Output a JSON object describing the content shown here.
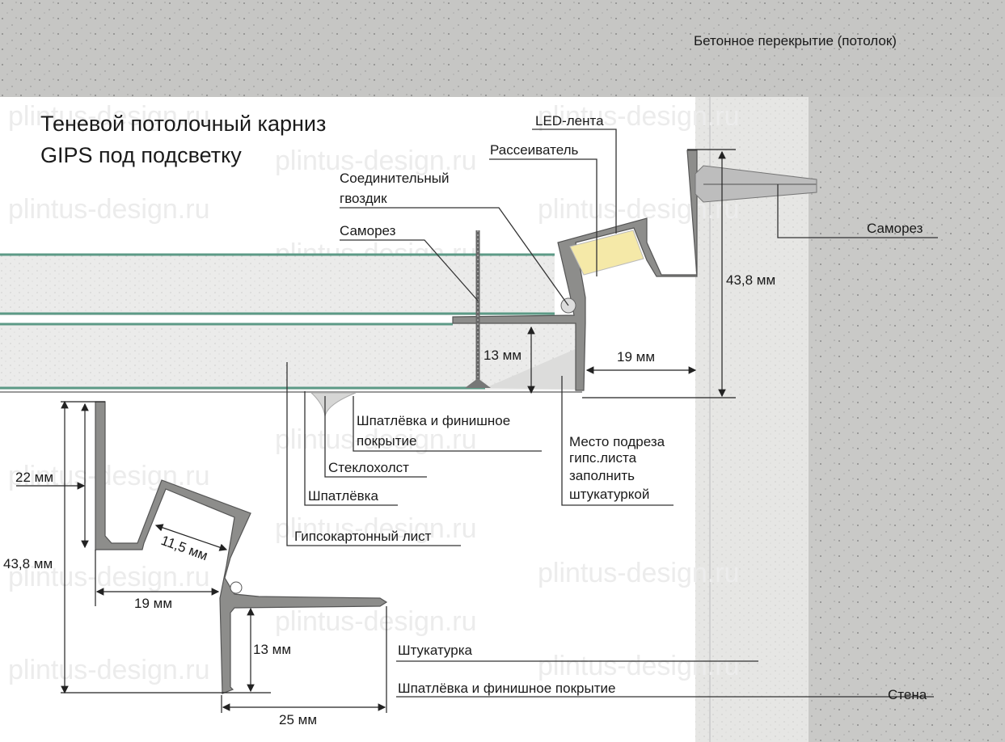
{
  "title": {
    "line1": "Теневой потолочный карниз",
    "line2": "GIPS под подсветку"
  },
  "watermark": "plintus-design.ru",
  "labels": {
    "ceiling": "Бетонное перекрытие (потолок)",
    "led": "LED-лента",
    "diffuser": "Рассеиватель",
    "nail_1": "Соединительный",
    "nail_2": "гвоздик",
    "screw_left": "Саморез",
    "screw_right": "Саморез",
    "putty_finish_1": "Шпатлёвка и финишное",
    "putty_finish_2": "покрытие",
    "fiberglass": "Стеклохолст",
    "putty": "Шпатлёвка",
    "drywall": "Гипсокартонный лист",
    "cut_1": "Место подреза",
    "cut_2": "гипс.листа",
    "cut_3": "заполнить",
    "cut_4": "штукатуркой",
    "plaster": "Штукатурка",
    "putty_finish_wall": "Шпатлёвка и финишное покрытие",
    "wall": "Стена"
  },
  "dimensions": {
    "top_13": "13 мм",
    "top_19": "19 мм",
    "top_43_8": "43,8 мм",
    "bot_22": "22 мм",
    "bot_43_8": "43,8 мм",
    "bot_11_5": "11,5 мм",
    "bot_19": "19 мм",
    "bot_13": "13 мм",
    "bot_25": "25 мм"
  },
  "colors": {
    "concrete": "#c6c6c4",
    "plaster": "#e6e6e4",
    "profile": "#8d8d8b",
    "board_edge": "#5c9a86",
    "led": "#f5e9a8"
  }
}
